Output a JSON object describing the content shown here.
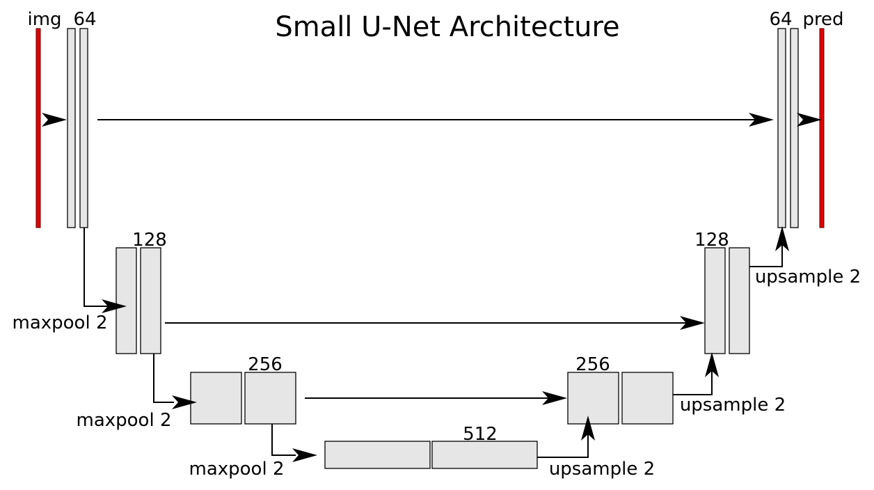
{
  "title": "Small U-Net Architecture",
  "labels": {
    "img": "img",
    "pred": "pred",
    "ch64_left": "64",
    "ch64_right": "64",
    "ch128_left": "128",
    "ch128_right": "128",
    "ch256_left": "256",
    "ch256_right": "256",
    "ch512": "512",
    "maxpool_1": "maxpool 2",
    "maxpool_2": "maxpool 2",
    "maxpool_3": "maxpool 2",
    "upsample_1": "upsample 2",
    "upsample_2": "upsample 2",
    "upsample_3": "upsample 2"
  },
  "colors": {
    "block_fill": "#e6e6e6",
    "io_fill": "#e00000",
    "stroke": "#000000"
  }
}
